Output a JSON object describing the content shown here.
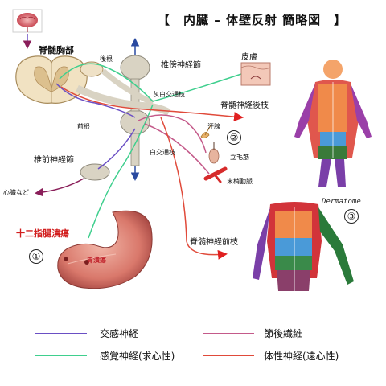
{
  "title": "【　内臓 – 体壁反射  簡略図　】",
  "labels": {
    "spinal_segment": "脊髄胸部",
    "dorsal_root": "後根",
    "ventral_root": "前根",
    "paravertebral_ganglion": "椎傍神経節",
    "gray_ramus": "灰白交通枝",
    "white_ramus": "白交通枝",
    "prevertebral_ganglion": "椎前神経節",
    "heart_etc": "心臓など",
    "duodenal_ulcer": "十二指腸潰瘍",
    "gastric_ulcer": "胃潰瘍",
    "skin": "皮膚",
    "dorsal_ramus": "脊髄神経後枝",
    "sweat_gland": "汗腺",
    "arrector_pili": "立毛筋",
    "terminal_artery": "末梢動脈",
    "ventral_ramus": "脊髄神経前枝",
    "dermatome": "Dermatome"
  },
  "markers": {
    "m1": "①",
    "m2": "②",
    "m3": "③"
  },
  "legend": [
    {
      "label": "交感神経",
      "color": "#6a4fc4"
    },
    {
      "label": "節後繊維",
      "color": "#c45a8a"
    },
    {
      "label": "感覚神経(求心性)",
      "color": "#3fcf8e"
    },
    {
      "label": "体性神経(遠心性)",
      "color": "#e04a3a"
    }
  ],
  "colors": {
    "sympathetic": "#6a4fc4",
    "postganglionic": "#c45a8a",
    "sensory": "#3fcf8e",
    "somatic": "#e04a3a",
    "arrow_red": "#e02020",
    "axis_blue": "#2a4aa0"
  }
}
